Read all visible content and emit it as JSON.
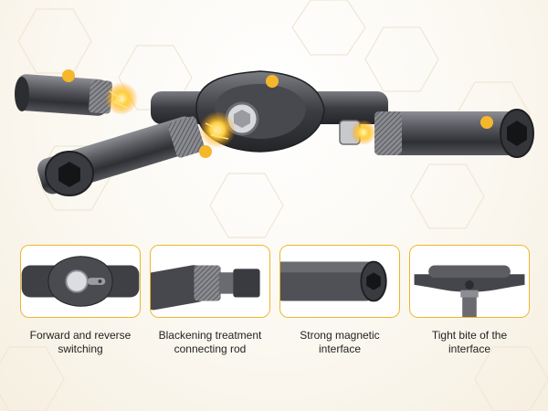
{
  "colors": {
    "frame": "#f0b429",
    "dot": "#f5b72b",
    "metal_dark": "#3a3a3e",
    "metal_mid": "#6a6b70",
    "metal_light": "#a9aab0",
    "spark": "#ffd24a",
    "text": "#222222"
  },
  "icons": [
    "hex-socket-icon",
    "spark-icon",
    "highlight-dot-icon"
  ],
  "features": [
    {
      "line1": "Forward and reverse",
      "line2": "switching"
    },
    {
      "line1": "Blackening treatment",
      "line2": "connecting rod"
    },
    {
      "line1": "Strong magnetic",
      "line2": "interface"
    },
    {
      "line1": "Tight bite of the",
      "line2": "interface"
    }
  ]
}
